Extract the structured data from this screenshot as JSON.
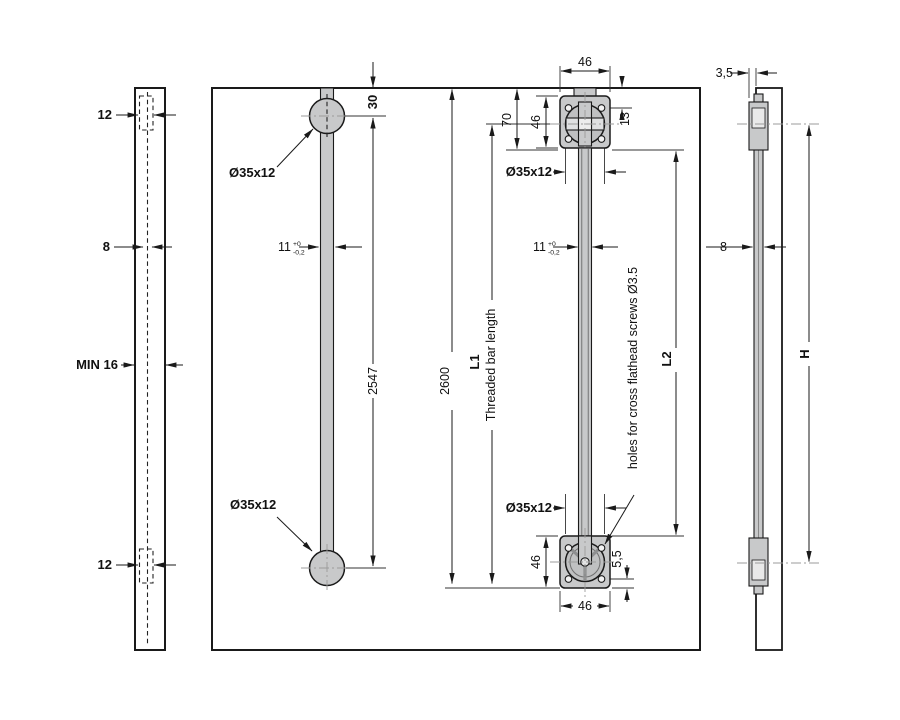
{
  "colors": {
    "accent_red": "#d60d1e",
    "panel_gray": "#c8c9ca",
    "line": "#1a1a1a"
  },
  "left_view": {
    "pocket_depth_top": "12",
    "groove_width": "8",
    "panel_thickness": "MIN 16",
    "pocket_depth_bottom": "12"
  },
  "front_view": {
    "cup_top": "Ø35x12",
    "top_offset": "30",
    "bar_width": "11",
    "bar_width_tol_plus": "+0",
    "bar_width_tol_minus": "-0,2",
    "cup_spacing": "2547",
    "cup_bottom": "Ø35x12"
  },
  "detail_view": {
    "plate_width_top": "46",
    "edge_to_plate": "70",
    "plate_height_top": "46",
    "hole_offset": "13",
    "cup_top": "Ø35x12",
    "bar_width": "11",
    "bar_width_tol_plus": "+0",
    "bar_width_tol_minus": "-0,2",
    "overall_length": "2600",
    "l1": "L1",
    "l1_caption": "Threaded bar length",
    "l2": "L2",
    "screw_note": "holes for cross flathead screws Ø3.5",
    "cup_bottom": "Ø35x12",
    "plate_height_bottom": "46",
    "hole_to_edge": "5,5",
    "plate_width_bottom": "46"
  },
  "side_view": {
    "offset": "3,5",
    "bar_thickness": "8",
    "height": "H"
  }
}
